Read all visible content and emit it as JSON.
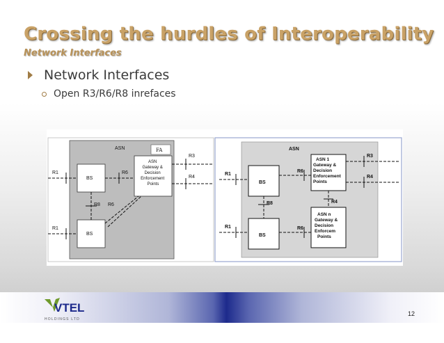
{
  "slide": {
    "title": "Crossing the hurdles of Interoperability",
    "subtitle": "Network Interfaces",
    "bullets": [
      {
        "level": 1,
        "text": "Network Interfaces"
      },
      {
        "level": 2,
        "text": "Open R3/R6/R8 inrefaces"
      }
    ],
    "page_number": "12"
  },
  "logo": {
    "letters": "VTEL",
    "tagline": "HOLDINGS LTD"
  },
  "diagram_left": {
    "asn": "ASN",
    "fa": "FA",
    "gateway": [
      "ASN",
      "Gateway &",
      "Decision",
      "Enforcement",
      "Points"
    ],
    "bs_top": "BS",
    "bs_bottom": "BS",
    "r1_top": "R1",
    "r1_bottom": "R1",
    "r6_top": "R6",
    "r6_mid": "R6",
    "r8": "R8",
    "r3": "R3",
    "r4": "R4"
  },
  "diagram_right": {
    "asn": "ASN",
    "gateway1": [
      "ASN 1",
      "Gateway &",
      "Decision",
      "Enforcement",
      "Points"
    ],
    "gatewayn": [
      "ASN n",
      "Gateway &",
      "Decision",
      "Enforcem",
      "Points"
    ],
    "bs_top": "BS",
    "bs_bottom": "BS",
    "r1_top": "R1",
    "r1_bottom": "R1",
    "r6_top": "R6",
    "r6_bottom": "R6",
    "r8": "R8",
    "r3": "R3",
    "r4": "R4",
    "r4_mid": "R4"
  },
  "colors": {
    "title": "#c9a267",
    "bullet_marker": "#a07c45",
    "band_center": "#1d2a8c"
  }
}
